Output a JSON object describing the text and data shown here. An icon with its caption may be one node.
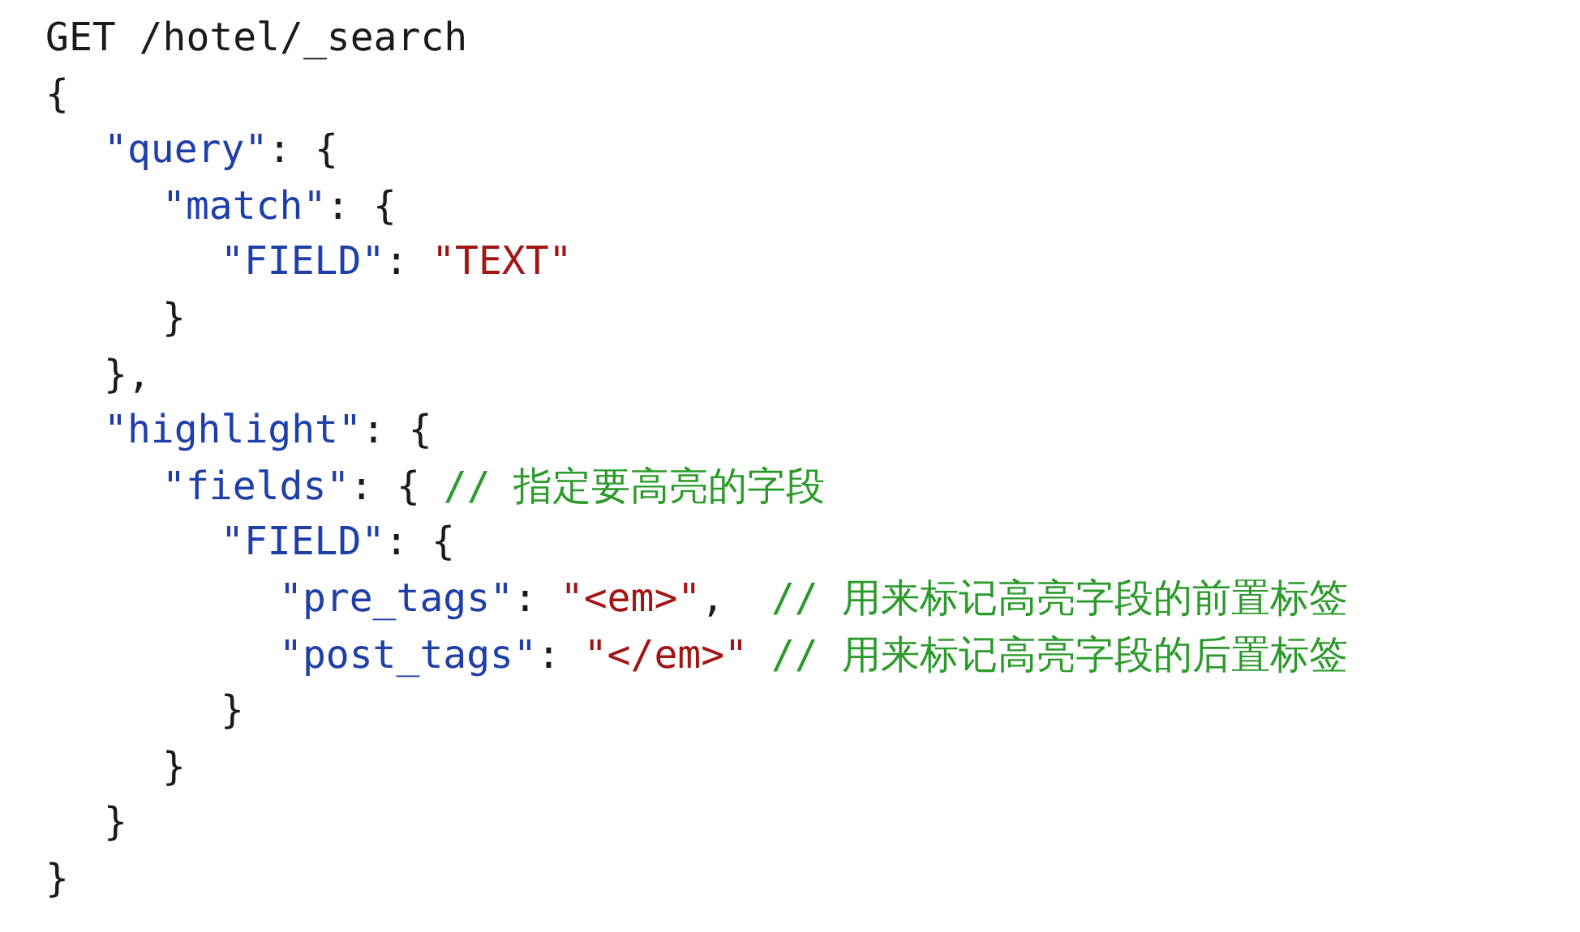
{
  "diagram": {
    "labels": [
      "GET /hotel/_search",
      "{",
      "\"query\": {",
      "\"match\": {",
      "\"FIELD\": \"TEXT\"",
      "}",
      "},",
      "\"highlight\": {",
      "\"fields\": { // 指定要高亮的字段",
      "\"FIELD\": {",
      "\"pre_tags\": \"<em>\",  // 用来标记高亮字段的前置标签",
      "\"post_tags\": \"</em>\" // 用来标记高亮字段的后置标签",
      "}",
      "}",
      "}",
      "}"
    ]
  }
}
